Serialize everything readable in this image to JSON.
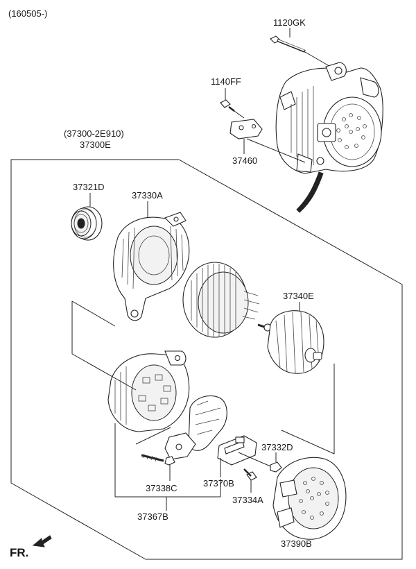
{
  "header": {
    "date_code": "(160505-)"
  },
  "front_label": "FR.",
  "parts": {
    "p1120GK": "1120GK",
    "p1140FF": "1140FF",
    "p37460": "37460",
    "assembly_alt": "(37300-2E910)",
    "assembly": "37300E",
    "p37321D": "37321D",
    "p37330A": "37330A",
    "p37340E": "37340E",
    "p37332D": "37332D",
    "p37338C": "37338C",
    "p37370B": "37370B",
    "p37334A": "37334A",
    "p37367B": "37367B",
    "p37390B": "37390B"
  }
}
